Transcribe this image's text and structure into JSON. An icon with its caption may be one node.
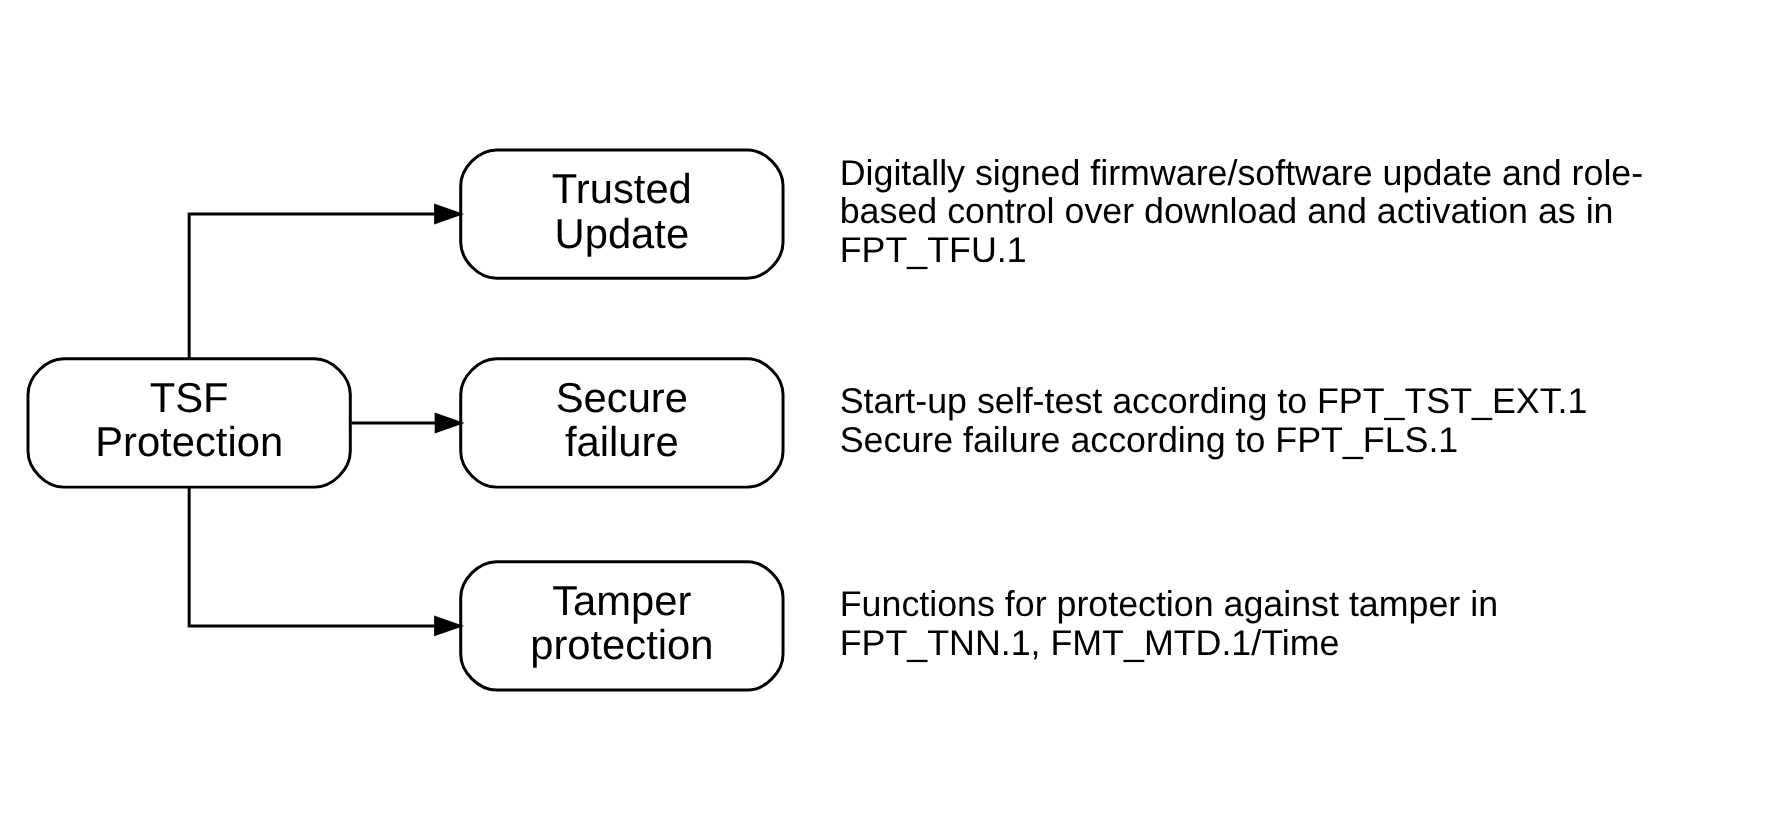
{
  "diagram": {
    "nodes": [
      {
        "text": [
          "TSF Protection"
        ]
      },
      {
        "text": [
          "Trusted Update"
        ],
        "beside": [
          "Digitally signed firmware/software update and role-based control over download and activation as in FPT_TFU.1"
        ]
      },
      {
        "text": [
          "Secure failure"
        ],
        "beside": [
          "Start-up self-test according to FPT_TST_EXT.1",
          "Secure failure according to FPT_FLS.1"
        ]
      },
      {
        "text": [
          "Tamper protection"
        ],
        "beside": [
          "Functions for protection against tamper in FPT_TNN.1, FMT_MTD.1/Time"
        ]
      }
    ],
    "edges": [
      {
        "from": 0,
        "to": 1,
        "arrow": "to"
      },
      {
        "from": 0,
        "to": 2,
        "arrow": "to"
      },
      {
        "from": 0,
        "to": 3,
        "arrow": "to"
      }
    ]
  }
}
